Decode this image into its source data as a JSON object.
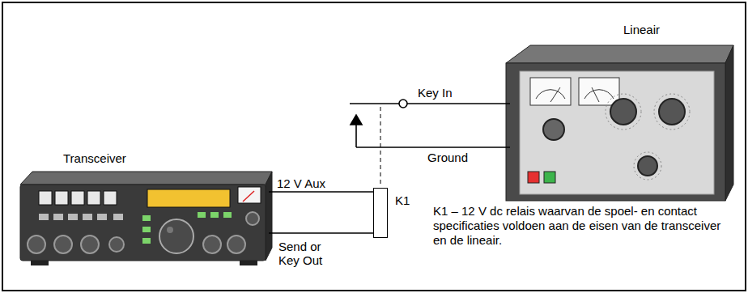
{
  "diagram": {
    "nodes": [
      {
        "text": [
          "Transceiver"
        ]
      },
      {
        "text": [
          "Lineair"
        ]
      },
      {
        "text": [
          "K1"
        ]
      }
    ],
    "edges": [
      {
        "from": 0,
        "to": 2,
        "arrow": "none",
        "label": "12 V Aux"
      },
      {
        "from": 0,
        "to": 2,
        "arrow": "none",
        "label": "Send or Key Out"
      }
    ],
    "labels": [
      "Key In",
      "Ground",
      "K1 – 12 V dc relais waarvan de spoel- en contact specificaties voldoen aan de eisen van de transceiver en de lineair."
    ]
  }
}
